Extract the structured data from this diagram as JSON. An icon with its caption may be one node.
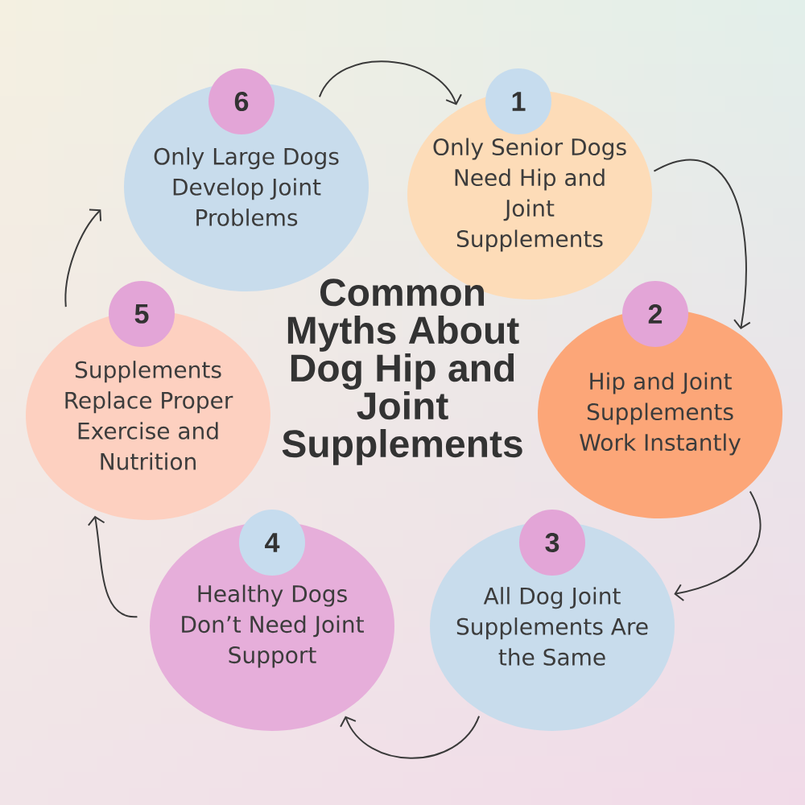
{
  "diagram": {
    "title": "Common Myths About Dog Hip and Joint Supplements",
    "nodes": [
      {
        "text": [
          "1"
        ]
      },
      {
        "text": [
          "Only Senior Dogs Need Hip and Joint Supplements"
        ]
      },
      {
        "text": [
          "2"
        ]
      },
      {
        "text": [
          "Hip and Joint Supplements Work Instantly"
        ]
      },
      {
        "text": [
          "3"
        ]
      },
      {
        "text": [
          "All Dog Joint Supplements Are the Same"
        ]
      },
      {
        "text": [
          "4"
        ]
      },
      {
        "text": [
          "Healthy Dogs Don’t Need Joint Support"
        ]
      },
      {
        "text": [
          "5"
        ]
      },
      {
        "text": [
          "Supplements Replace Proper Exercise and Nutrition"
        ]
      },
      {
        "text": [
          "6"
        ]
      },
      {
        "text": [
          "Only Large Dogs Develop Joint Problems"
        ]
      }
    ],
    "edges": [
      {
        "from": 1,
        "to": 3,
        "arrow": "to"
      },
      {
        "from": 3,
        "to": 5,
        "arrow": "to"
      },
      {
        "from": 5,
        "to": 7,
        "arrow": "to"
      },
      {
        "from": 7,
        "to": 9,
        "arrow": "to"
      },
      {
        "from": 9,
        "to": 11,
        "arrow": "to"
      },
      {
        "from": 11,
        "to": 1,
        "arrow": "to"
      }
    ]
  }
}
